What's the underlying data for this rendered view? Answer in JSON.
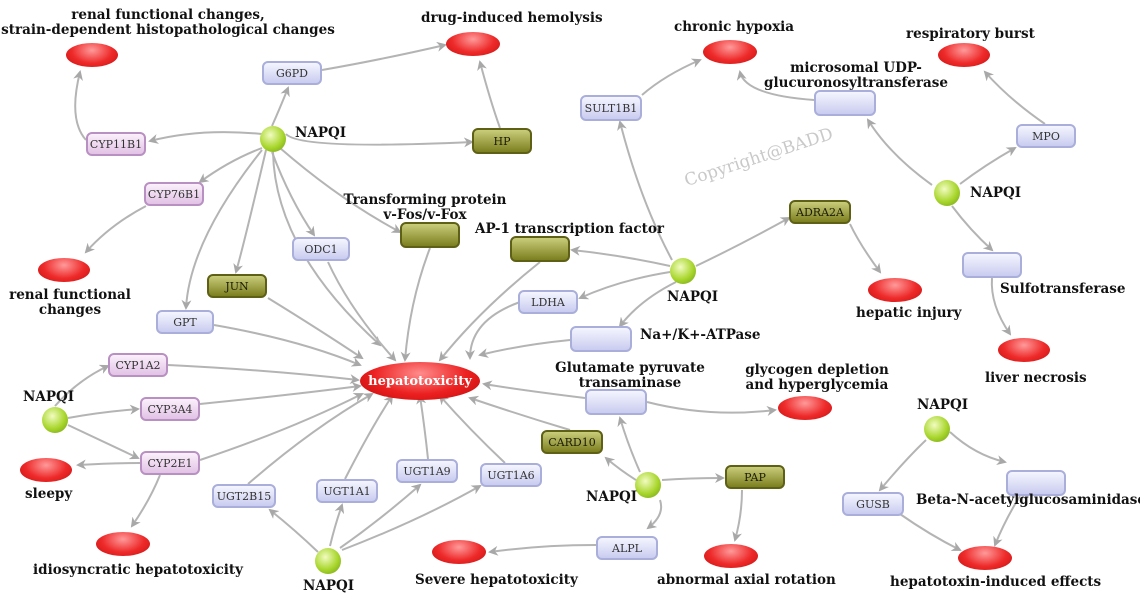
{
  "watermark": "Copyright@BADD",
  "center_label": "hepatotoxicity",
  "drug_label": "NAPQI",
  "genes": {
    "g6pd": "G6PD",
    "cyp11b1": "CYP11B1",
    "cyp76b1": "CYP76B1",
    "hp": "HP",
    "odc1": "ODC1",
    "jun": "JUN",
    "gpt": "GPT",
    "cyp1a2": "CYP1A2",
    "cyp3a4": "CYP3A4",
    "cyp2e1": "CYP2E1",
    "ugt2b15": "UGT2B15",
    "ugt1a1": "UGT1A1",
    "ugt1a9": "UGT1A9",
    "ugt1a6": "UGT1A6",
    "card10": "CARD10",
    "ldha": "LDHA",
    "sult1b1": "SULT1B1",
    "adra2a": "ADRA2A",
    "mpo": "MPO",
    "pap": "PAP",
    "alpl": "ALPL",
    "gusb": "GUSB"
  },
  "labels": {
    "renal_strain": "renal functional changes,\nstrain-dependent histopathological changes",
    "drug_hemolysis": "drug-induced hemolysis",
    "chronic_hypoxia": "chronic hypoxia",
    "respiratory_burst": "respiratory burst",
    "microsomal_ugt": "microsomal UDP-\nglucuronosyltransferase",
    "transforming_protein": "Transforming protein\nv-Fos/v-Fox",
    "ap1": "AP-1 transcription factor",
    "renal_changes": "renal functional\nchanges",
    "hepatic_injury": "hepatic injury",
    "sulfotransferase": "Sulfotransferase",
    "na_k_atpase": "Na+/K+-ATPase",
    "liver_necrosis": "liver necrosis",
    "glutamate_pyruvate": "Glutamate pyruvate\ntransaminase",
    "glycogen": "glycogen depletion\nand hyperglycemia",
    "sleepy": "sleepy",
    "idiosyncratic": "idiosyncratic hepatotoxicity",
    "severe": "Severe hepatotoxicity",
    "abnormal_axial": "abnormal axial rotation",
    "beta_n": "Beta-N-acetylglucosaminidase",
    "hepatotoxin_induced": "hepatotoxin-induced effects"
  },
  "colors": {
    "edge": "#b4b4b4",
    "phenotype": "#e82a2a",
    "gene": "#c9ccef",
    "target": "#7c7f1f",
    "drug": "#a8d62c"
  }
}
